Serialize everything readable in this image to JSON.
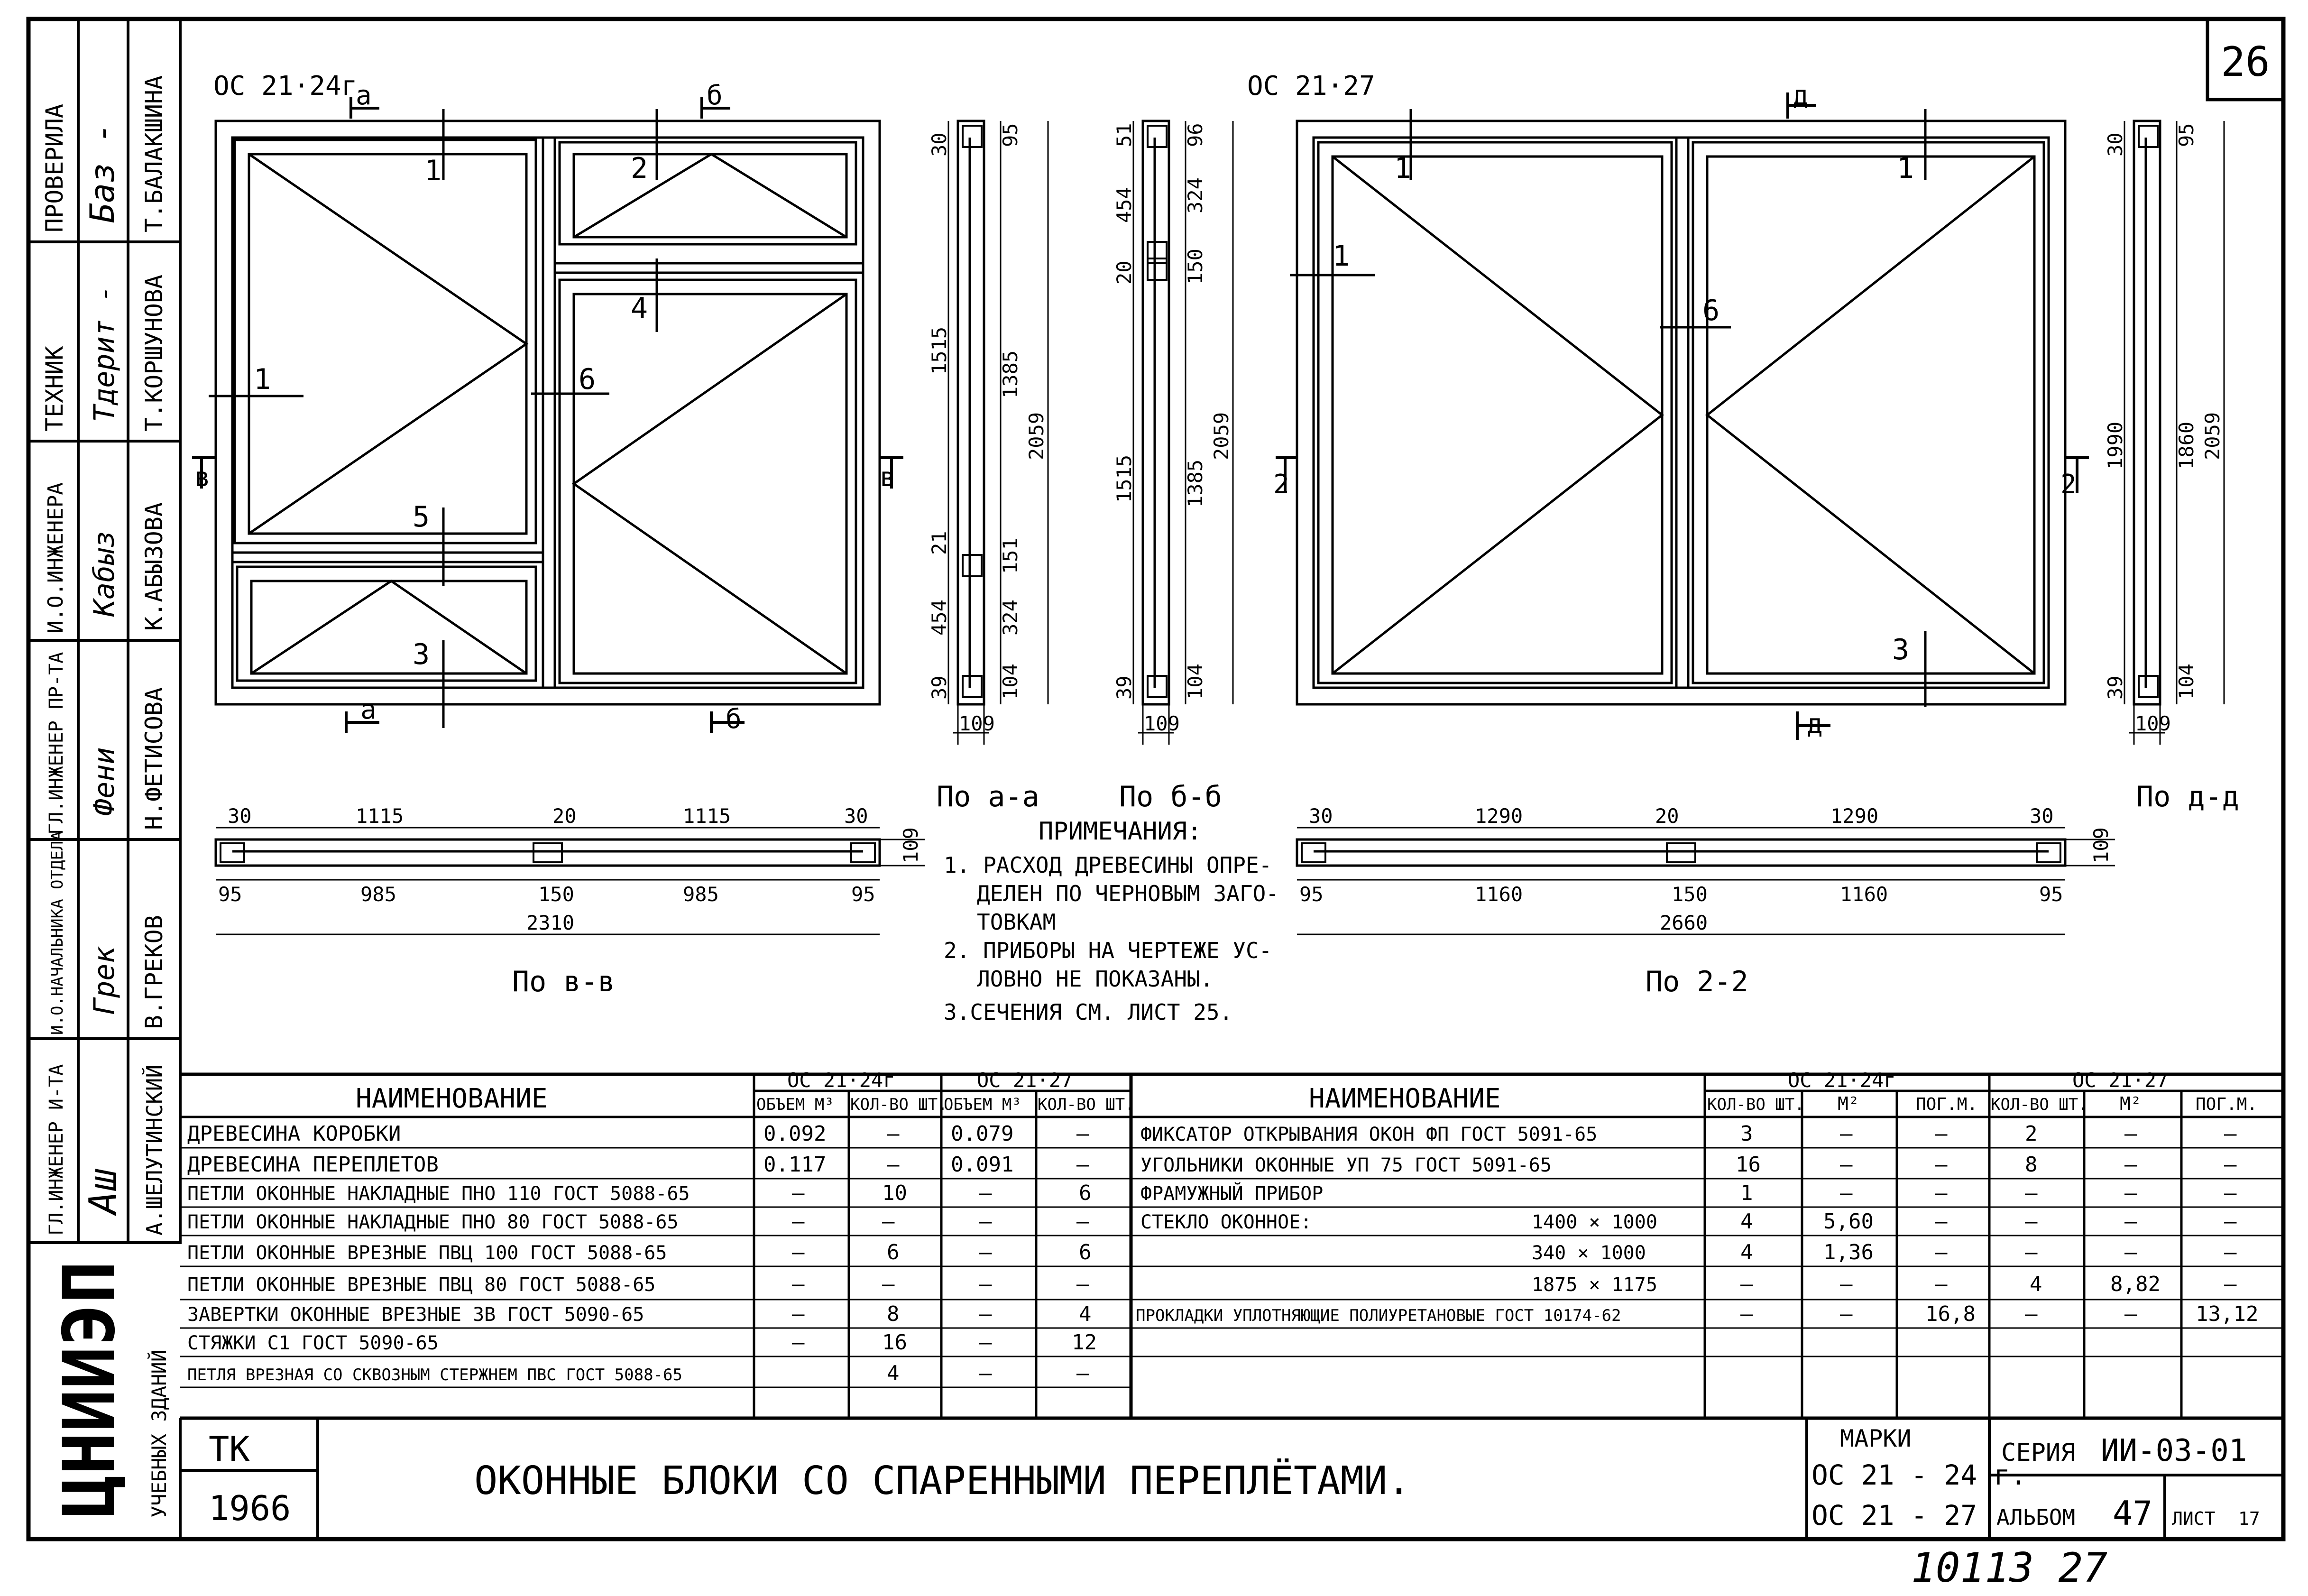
{
  "sheet_number": "26",
  "stamp_number": "10113  27",
  "side_stamp": [
    {
      "role": "ПРОВЕРИЛА",
      "sign": "Баз -",
      "name": "Т.БАЛАКШИНА"
    },
    {
      "role": "ТЕХНИК",
      "sign": "Тдерит -",
      "name": "Т.КОРШУНОВА"
    },
    {
      "role": "И.О.ИНЖЕНЕРА",
      "sign": "Кабыз",
      "name": "К.АБЫЗОВА"
    },
    {
      "role": "ГЛ.ИНЖЕНЕР ПР-ТА",
      "sign": "Фени",
      "name": "Н.ФЕТИСОВА"
    },
    {
      "role": "И.О.НАЧАЛЬНИКА ОТДЕЛА",
      "sign": "Грек",
      "name": "В.ГРЕКОВ"
    },
    {
      "role": "ГЛ.ИНЖЕНЕР И-ТА",
      "sign": "Аш",
      "name": "А.ШЕЛУТИНСКИЙ"
    }
  ],
  "org": {
    "logo": "ЦНИИЭП",
    "sub": "УЧЕБНЫХ ЗДАНИЙ"
  },
  "left_window": {
    "mark": "ОС 21·24г",
    "cut_a": "а",
    "cut_b": "б",
    "cut_v": "в",
    "callouts": [
      "1",
      "2",
      "4",
      "6",
      "5",
      "3",
      "1"
    ]
  },
  "right_window": {
    "mark": "ОС 21·27",
    "cut_d": "д",
    "cut_g": "2",
    "callouts": [
      "1",
      "1",
      "1",
      "6",
      "3"
    ]
  },
  "section_aa": {
    "caption": "По а-а",
    "dims_left": [
      "30",
      "1515",
      "21",
      "454",
      "39"
    ],
    "dims_right": [
      "95",
      "1385",
      "151",
      "324",
      "104"
    ],
    "total": "2059",
    "width": "109"
  },
  "section_bb": {
    "caption": "По б-б",
    "dims_left": [
      "51",
      "454",
      "20",
      "1515",
      "39"
    ],
    "dims_right": [
      "96",
      "324",
      "150",
      "1385",
      "104"
    ],
    "total": "2059",
    "width": "109"
  },
  "section_dd": {
    "caption": "По д-д",
    "dims_left": [
      "30",
      "1990",
      "39"
    ],
    "dims_right": [
      "95",
      "1860",
      "104"
    ],
    "total": "2059",
    "width": "109"
  },
  "section_vv": {
    "caption": "По в-в",
    "top": [
      "30",
      "1115",
      "20",
      "1115",
      "30"
    ],
    "bottom": [
      "95",
      "985",
      "150",
      "985",
      "95"
    ],
    "total": "2310",
    "height": "109"
  },
  "section_22": {
    "caption": "По 2-2",
    "top": [
      "30",
      "1290",
      "20",
      "1290",
      "30"
    ],
    "bottom": [
      "95",
      "1160",
      "150",
      "1160",
      "95"
    ],
    "total": "2660",
    "height": "109"
  },
  "notes": {
    "title": "ПРИМЕЧАНИЯ:",
    "lines": [
      "1. РАСХОД ДРЕВЕСИНЫ ОПРЕ-",
      "ДЕЛЕН ПО ЧЕРНОВЫМ ЗАГО-",
      "ТОВКАМ",
      "2. ПРИБОРЫ НА ЧЕРТЕЖЕ УС-",
      "ЛОВНО НЕ ПОКАЗАНЫ.",
      "3.СЕЧЕНИЯ СМ. ЛИСТ 25."
    ]
  },
  "table_left": {
    "title": "НАИМЕНОВАНИЕ",
    "group1": "ОС 21·24г",
    "group2": "ОС 21·27",
    "sub": [
      "ОБЪЕМ М³",
      "КОЛ-ВО ШТ.",
      "ОБЪЕМ М³",
      "КОЛ-ВО ШТ."
    ],
    "rows": [
      [
        "ДРЕВЕСИНА КОРОБКИ",
        "0.092",
        "—",
        "0.079",
        "—"
      ],
      [
        "ДРЕВЕСИНА ПЕРЕПЛЕТОВ",
        "0.117",
        "—",
        "0.091",
        "—"
      ],
      [
        "ПЕТЛИ ОКОННЫЕ НАКЛАДНЫЕ  ПНО 110  ГОСТ 5088-65",
        "—",
        "10",
        "—",
        "6"
      ],
      [
        "ПЕТЛИ ОКОННЫЕ НАКЛАДНЫЕ  ПНО 80  ГОСТ 5088-65",
        "—",
        "—",
        "—",
        "—"
      ],
      [
        "ПЕТЛИ ОКОННЫЕ ВРЕЗНЫЕ   ПВЦ 100  ГОСТ 5088-65",
        "—",
        "6",
        "—",
        "6"
      ],
      [
        "ПЕТЛИ ОКОННЫЕ ВРЕЗНЫЕ   ПВЦ 80  ГОСТ 5088-65",
        "—",
        "—",
        "—",
        "—"
      ],
      [
        "ЗАВЕРТКИ ОКОННЫЕ ВРЕЗНЫЕ  ЗВ    ГОСТ 5090-65",
        "—",
        "8",
        "—",
        "4"
      ],
      [
        "СТЯЖКИ                   С1    ГОСТ 5090-65",
        "—",
        "16",
        "—",
        "12"
      ],
      [
        "ПЕТЛЯ ВРЕЗНАЯ СО СКВОЗНЫМ СТЕРЖНЕМ ПВС ГОСТ 5088-65",
        "",
        "4",
        "—",
        "—"
      ]
    ]
  },
  "table_right": {
    "title": "НАИМЕНОВАНИЕ",
    "group1": "ОС 21·24г",
    "group2": "ОС 21·27",
    "sub": [
      "КОЛ-ВО ШТ.",
      "М²",
      "ПОГ.М.",
      "КОЛ-ВО ШТ.",
      "М²",
      "ПОГ.М."
    ],
    "rows": [
      [
        "ФИКСАТОР ОТКРЫВАНИЯ ОКОН  ФП  ГОСТ 5091-65",
        "",
        "3",
        "—",
        "—",
        "2",
        "—",
        "—"
      ],
      [
        "УГОЛЬНИКИ ОКОННЫЕ   УП 75   ГОСТ 5091-65",
        "",
        "16",
        "—",
        "—",
        "8",
        "—",
        "—"
      ],
      [
        "ФРАМУЖНЫЙ ПРИБОР",
        "",
        "1",
        "—",
        "—",
        "—",
        "—",
        "—"
      ],
      [
        "СТЕКЛО ОКОННОЕ:",
        "1400 × 1000",
        "4",
        "5,60",
        "—",
        "—",
        "—",
        "—"
      ],
      [
        "",
        "340 × 1000",
        "4",
        "1,36",
        "—",
        "—",
        "—",
        "—"
      ],
      [
        "",
        "1875 × 1175",
        "—",
        "—",
        "—",
        "4",
        "8,82",
        "—"
      ],
      [
        "ПРОКЛАДКИ УПЛОТНЯЮЩИЕ ПОЛИУРЕТАНОВЫЕ ГОСТ 10174-62",
        "",
        "—",
        "—",
        "16,8",
        "—",
        "—",
        "13,12"
      ]
    ]
  },
  "title_block": {
    "tk": "ТК",
    "year": "1966",
    "title": "ОКОННЫЕ  БЛОКИ  СО  СПАРЕННЫМИ  ПЕРЕПЛЁТАМИ.",
    "marks_label": "МАРКИ",
    "mark1": "ОС 21 - 24 г.",
    "mark2": "ОС 21 - 27",
    "series_label": "СЕРИЯ",
    "series": "ИИ-03-01",
    "album_label": "АЛЬБОМ",
    "album": "47",
    "sheet_label": "ЛИСТ",
    "sheet": "17"
  }
}
